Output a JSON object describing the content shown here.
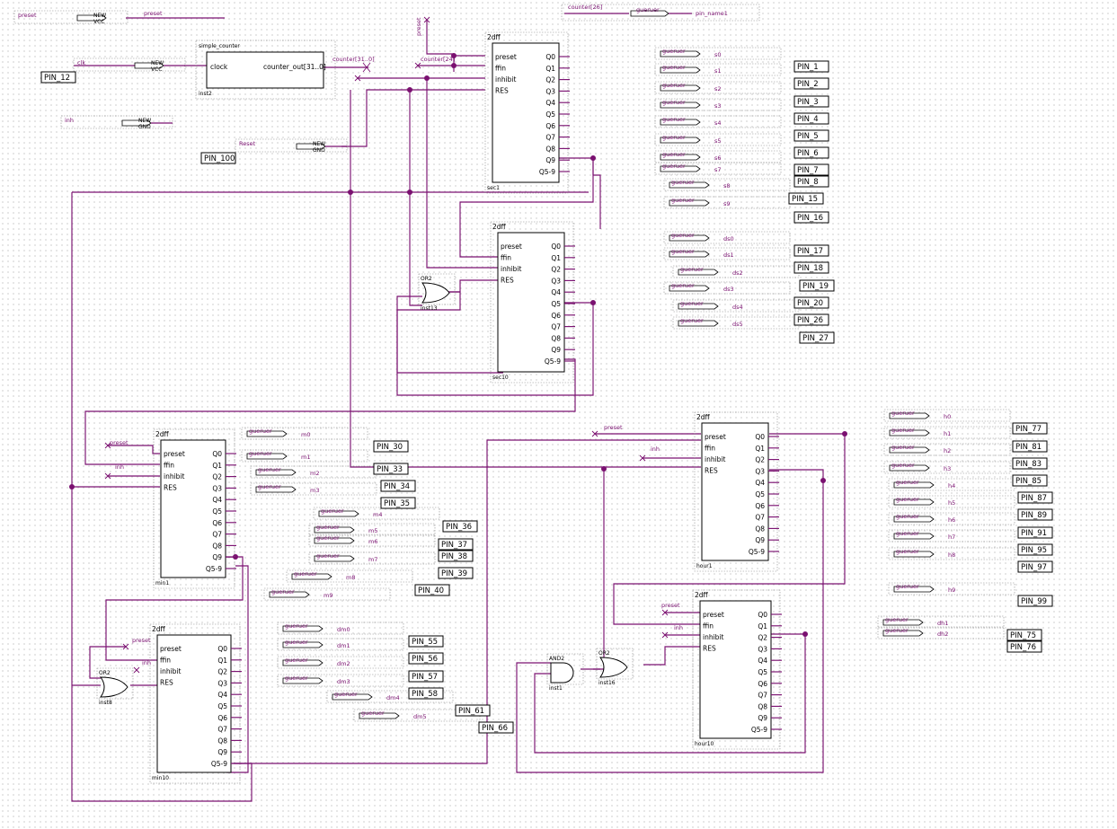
{
  "blocks": [
    {
      "id": "sec1",
      "type": "2dff",
      "inst": "sec1",
      "inputs": [
        "preset",
        "ffin",
        "inhibit",
        "RES"
      ],
      "outputs": [
        "Q0",
        "Q1",
        "Q2",
        "Q3",
        "Q4",
        "Q5",
        "Q6",
        "Q7",
        "Q8",
        "Q9",
        "Q5-9"
      ]
    },
    {
      "id": "sec10",
      "type": "2dff",
      "inst": "sec10",
      "inputs": [
        "preset",
        "ffin",
        "inhibit",
        "RES"
      ],
      "outputs": [
        "Q0",
        "Q1",
        "Q2",
        "Q3",
        "Q4",
        "Q5",
        "Q6",
        "Q7",
        "Q8",
        "Q9",
        "Q5-9"
      ]
    },
    {
      "id": "min1",
      "type": "2dff",
      "inst": "min1",
      "inputs": [
        "preset",
        "ffin",
        "inhibit",
        "RES"
      ],
      "outputs": [
        "Q0",
        "Q1",
        "Q2",
        "Q3",
        "Q4",
        "Q5",
        "Q6",
        "Q7",
        "Q8",
        "Q9",
        "Q5-9"
      ]
    },
    {
      "id": "min10",
      "type": "2dff",
      "inst": "min10",
      "inputs": [
        "preset",
        "ffin",
        "inhibit",
        "RES"
      ],
      "outputs": [
        "Q0",
        "Q1",
        "Q2",
        "Q3",
        "Q4",
        "Q5",
        "Q6",
        "Q7",
        "Q8",
        "Q9",
        "Q5-9"
      ]
    },
    {
      "id": "hour1",
      "type": "2dff",
      "inst": "hour1",
      "inputs": [
        "preset",
        "ffin",
        "inhibit",
        "RES"
      ],
      "outputs": [
        "Q0",
        "Q1",
        "Q2",
        "Q3",
        "Q4",
        "Q5",
        "Q6",
        "Q7",
        "Q8",
        "Q9",
        "Q5-9"
      ]
    },
    {
      "id": "hour10",
      "type": "2dff",
      "inst": "hour10",
      "inputs": [
        "preset",
        "ffin",
        "inhibit",
        "RES"
      ],
      "outputs": [
        "Q0",
        "Q1",
        "Q2",
        "Q3",
        "Q4",
        "Q5",
        "Q6",
        "Q7",
        "Q8",
        "Q9",
        "Q5-9"
      ]
    }
  ],
  "counter": {
    "name": "simple_counter",
    "inst": "inst2",
    "in": "clock",
    "out": "counter_out[31..0]",
    "bus": "counter[31..0]"
  },
  "gates": [
    {
      "id": "g13",
      "kind": "OR2",
      "label": "OR2",
      "inst": "inst13"
    },
    {
      "id": "g8",
      "kind": "OR2",
      "label": "OR2",
      "inst": "inst8"
    },
    {
      "id": "g1",
      "kind": "AND2",
      "label": "AND2",
      "inst": "inst1"
    },
    {
      "id": "g16",
      "kind": "OR2",
      "label": "OR2",
      "inst": "inst16"
    }
  ],
  "inputs": [
    {
      "name": "preset",
      "val": "VCC",
      "id": "preset"
    },
    {
      "name": "clk",
      "val": "VCC",
      "id": "clk"
    },
    {
      "name": "inh",
      "val": "GND",
      "id": "inh"
    },
    {
      "name": "Reset",
      "val": "GND",
      "id": "reset"
    }
  ],
  "input_prefix": "NEW",
  "top_label": "counter[26]",
  "top_pin": "pin_name1",
  "output_prefix": "gueruer",
  "net_labels": {
    "preset": "preset",
    "inh": "inh",
    "c24": "counter[24]"
  },
  "outputs": {
    "s": [
      "s0",
      "s1",
      "s2",
      "s3",
      "s4",
      "s5",
      "s6",
      "s7",
      "s8",
      "s9"
    ],
    "ds": [
      "ds0",
      "ds1",
      "ds2",
      "ds3",
      "ds4",
      "ds5"
    ],
    "m": [
      "m0",
      "m1",
      "m2",
      "m3",
      "m4",
      "m5",
      "m6",
      "m7",
      "m8",
      "m9"
    ],
    "dm": [
      "dm0",
      "dm1",
      "dm2",
      "dm3",
      "dm4",
      "dm5"
    ],
    "h": [
      "h0",
      "h1",
      "h2",
      "h3",
      "h4",
      "h5",
      "h6",
      "h7",
      "h8",
      "h9"
    ],
    "dh": [
      "dh1",
      "dh2"
    ]
  },
  "pins": {
    "s": [
      "PIN_1",
      "PIN_2",
      "PIN_3",
      "PIN_4",
      "PIN_5",
      "PIN_6",
      "PIN_7",
      "PIN_8",
      "PIN_15",
      "PIN_16"
    ],
    "ds": [
      "PIN_17",
      "PIN_18",
      "PIN_19",
      "PIN_20",
      "PIN_26",
      "PIN_27"
    ],
    "m": [
      "PIN_30",
      "PIN_33",
      "PIN_34",
      "PIN_35",
      "PIN_36",
      "PIN_37",
      "PIN_38",
      "PIN_39",
      "PIN_40"
    ],
    "dm": [
      "PIN_55",
      "PIN_56",
      "PIN_57",
      "PIN_58",
      "PIN_61",
      "PIN_66"
    ],
    "h": [
      "PIN_77",
      "PIN_81",
      "PIN_83",
      "PIN_85",
      "PIN_87",
      "PIN_89",
      "PIN_91",
      "PIN_95",
      "PIN_97",
      "PIN_99"
    ],
    "dh": [
      "PIN_75",
      "PIN_76"
    ],
    "misc": {
      "clk": "PIN_12",
      "reset": "PIN_100"
    }
  }
}
